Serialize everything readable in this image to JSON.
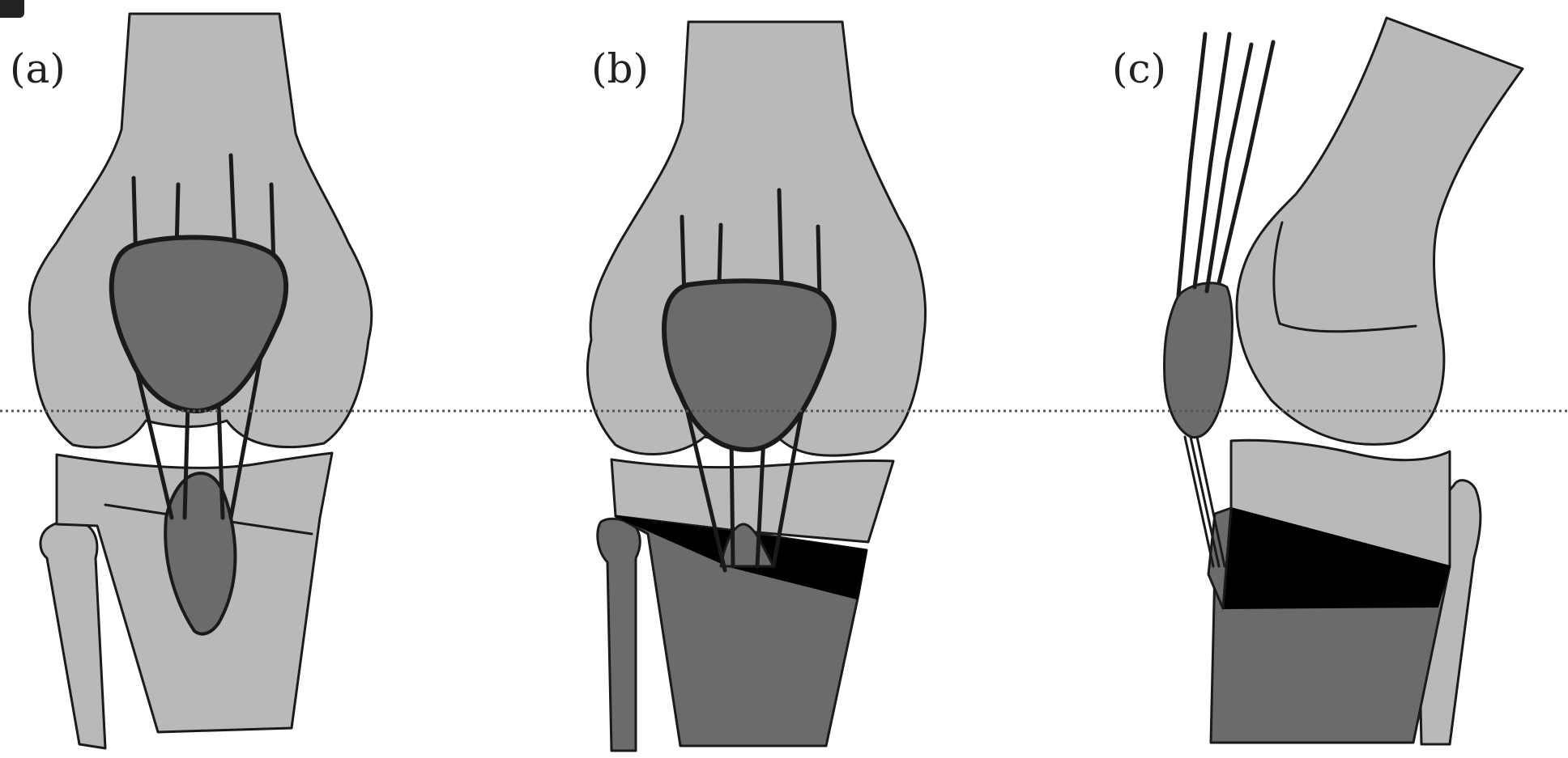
{
  "figure": {
    "panels": [
      {
        "id": "a",
        "label": "(a)"
      },
      {
        "id": "b",
        "label": "(b)"
      },
      {
        "id": "c",
        "label": "(c)"
      }
    ]
  },
  "colors": {
    "bone": "#b9b9b9",
    "highlight": "#6b6b6b",
    "wedge": "#000000",
    "outline": "#1a1a1a",
    "reference_line": "#555555"
  }
}
